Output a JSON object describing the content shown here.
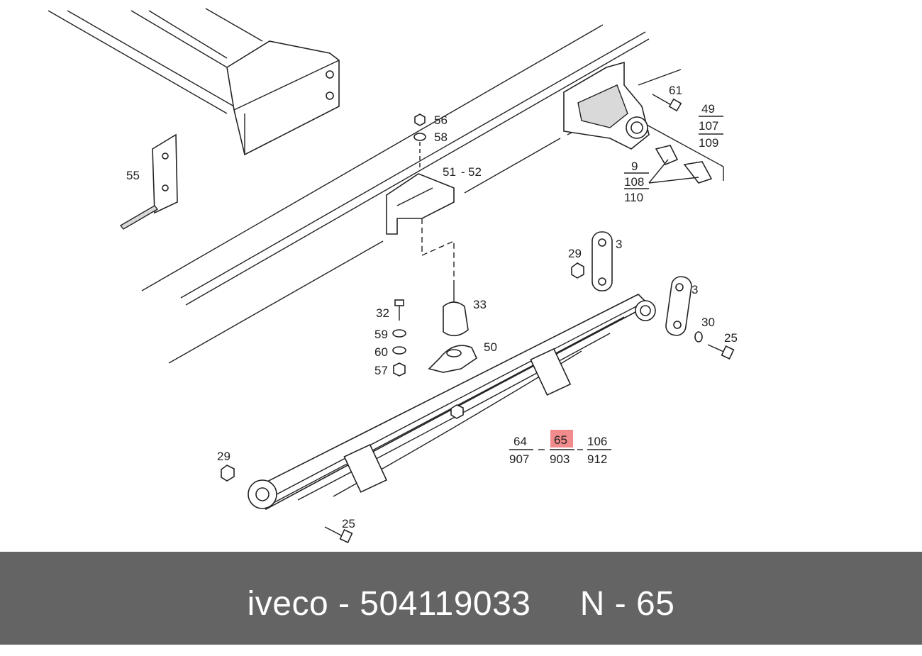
{
  "diagram": {
    "highlight_color": "#f28b8b",
    "callouts": {
      "c55": "55",
      "c56": "56",
      "c58": "58",
      "c51": "51",
      "c52": "52",
      "c61": "61",
      "c49": "49",
      "c107": "107",
      "c109": "109",
      "c9": "9",
      "c108": "108",
      "c110": "110",
      "c29a": "29",
      "c3a": "3",
      "c3b": "3",
      "c33": "33",
      "c32": "32",
      "c59": "59",
      "c60": "60",
      "c57": "57",
      "c50": "50",
      "c30": "30",
      "c25a": "25",
      "c64": "64",
      "c907": "907",
      "c65": "65",
      "c903": "903",
      "c106": "106",
      "c912": "912",
      "c29b": "29",
      "c25b": "25"
    }
  },
  "footer": {
    "brand": "iveco",
    "sep1": " - ",
    "part_number": "504119033",
    "gap": "     ",
    "position_label": "N",
    "sep2": " - ",
    "position_number": "65"
  }
}
